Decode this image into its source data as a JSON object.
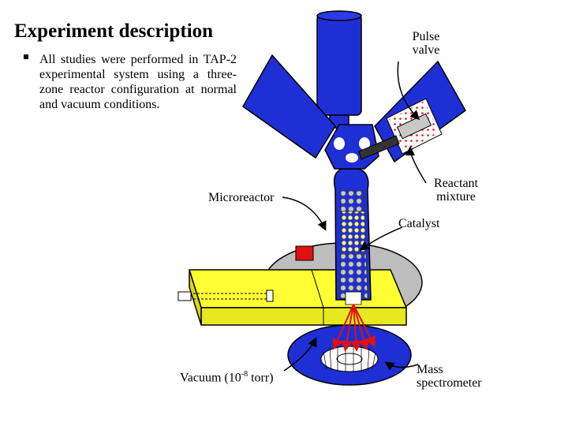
{
  "title": "Experiment description",
  "bullets": [
    "All studies were performed in TAP-2 experimental system using a three-zone reactor configuration at normal and vacuum conditions."
  ],
  "labels": {
    "pulse_valve_line1": "Pulse",
    "pulse_valve_line2": "valve",
    "reactant_line1": "Reactant",
    "reactant_line2": "mixture",
    "microreactor": "Microreactor",
    "catalyst": "Catalyst",
    "vacuum_prefix": "Vacuum (10",
    "vacuum_exp": "-8",
    "vacuum_suffix": " torr)",
    "mass_line1": "Mass",
    "mass_line2": "spectrometer"
  },
  "colors": {
    "apparatus_blue": "#1f2fd6",
    "heater_yellow": "#ffff33",
    "arrow_red": "#e01010"
  }
}
